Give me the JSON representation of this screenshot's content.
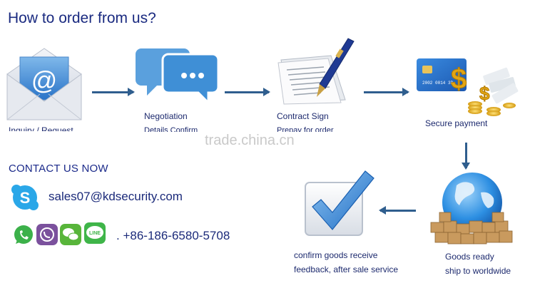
{
  "title": "How to order from us?",
  "steps": {
    "inquiry": {
      "label": "Inquiry / Request"
    },
    "negotiation": {
      "label": "Negotiation",
      "sub": "Details Confirm"
    },
    "contract": {
      "label": "Contract Sign",
      "sub": "Prepay for order"
    },
    "payment": {
      "label": "Secure payment"
    },
    "shipping": {
      "line1": "Goods ready",
      "line2": "ship to worldwide"
    },
    "feedback": {
      "line1": "confirm goods receive",
      "line2": "feedback, after sale service"
    }
  },
  "contact": {
    "heading": "CONTACT US NOW",
    "email": "sales07@kdsecurity.com",
    "phone": ". +86-186-6580-5708",
    "line_icon_text": "LINE"
  },
  "card": {
    "number": "2002 0014 3B"
  },
  "watermark": "trade.china.cn",
  "colors": {
    "heading": "#1a2a80",
    "arrow": "#2f5e8e",
    "skype": "#2aa7e8",
    "whatsapp": "#3cb14a",
    "viber": "#7b519d",
    "wechat": "#58b53a",
    "line": "#3fb549"
  },
  "icons": [
    "envelope-icon",
    "chat-bubbles-icon",
    "contract-pen-icon",
    "credit-card-money-icon",
    "globe-boxes-icon",
    "checkmark-icon",
    "skype-icon",
    "whatsapp-icon",
    "viber-icon",
    "wechat-icon",
    "line-icon"
  ]
}
